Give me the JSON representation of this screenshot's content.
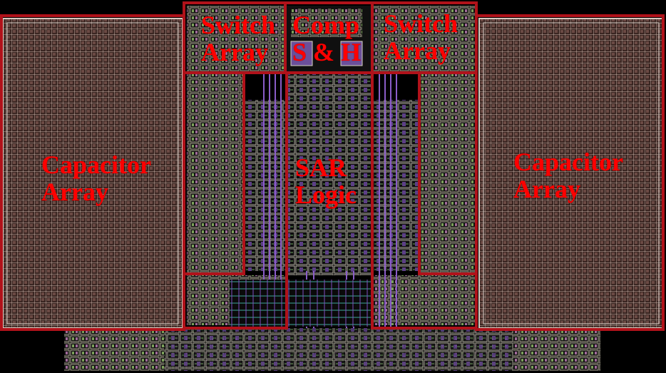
{
  "colors": {
    "background": "#000000",
    "region_outline": "#b0121a",
    "label_text": "#ff0000",
    "cap_grid": "#bfa9a0",
    "cap_fill": "#5a3a35",
    "metal_lines": "#8a5cc8",
    "routing_green": "#3fa79a",
    "cell_outline": "#d9d4c2"
  },
  "labels": {
    "switch_left": [
      "Switch",
      "Array"
    ],
    "comp_sh": [
      "Comp",
      "S & H"
    ],
    "switch_right": [
      "Switch",
      "Array"
    ],
    "cap_left": [
      "Capacitor",
      "Array"
    ],
    "sar_logic": [
      "SAR",
      "Logic"
    ],
    "cap_right": [
      "Capacitor",
      "Array"
    ]
  },
  "regions": [
    {
      "name": "capacitor-array-left",
      "label": "Capacitor Array"
    },
    {
      "name": "switch-array-left",
      "label": "Switch Array"
    },
    {
      "name": "comp-sh",
      "label": "Comp S & H"
    },
    {
      "name": "sar-logic",
      "label": "SAR Logic"
    },
    {
      "name": "switch-array-right",
      "label": "Switch Array"
    },
    {
      "name": "capacitor-array-right",
      "label": "Capacitor Array"
    }
  ]
}
